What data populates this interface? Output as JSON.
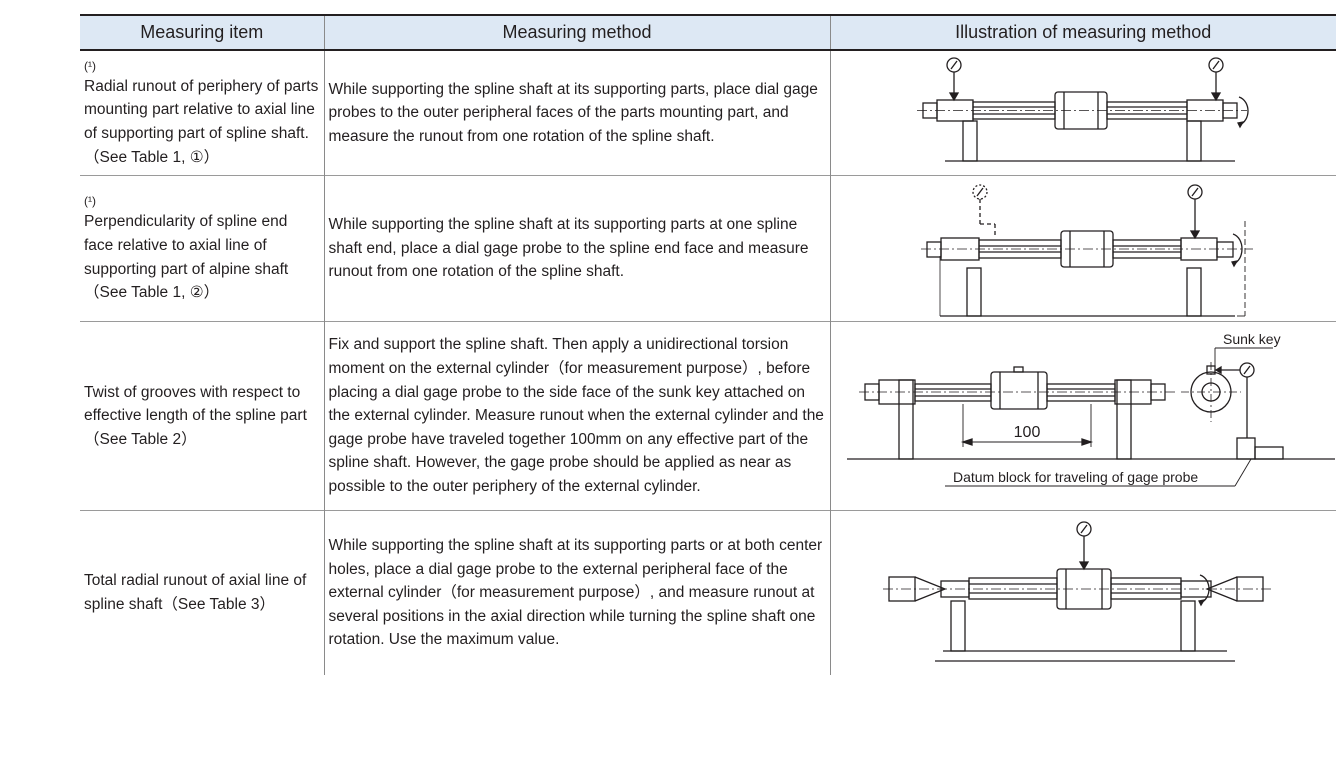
{
  "table": {
    "headers": [
      "Measuring item",
      "Measuring method",
      "Illustration of measuring method"
    ],
    "rows": [
      {
        "note": "(¹)",
        "item": "Radial runout of periphery of parts mounting part relative to axial line of supporting part of spline shaft.（See Table 1, ①）",
        "method": "While supporting the spline shaft at its supporting parts, place dial gage probes to the outer peripheral faces of the parts mounting part, and measure the runout from one rotation of the spline shaft."
      },
      {
        "note": "(¹)",
        "item": "Perpendicularity of spline end face relative to axial line of supporting part of alpine shaft（See Table 1, ②）",
        "method": "While supporting the spline shaft at its supporting parts at one spline shaft end, place a dial gage probe to the spline end face and measure runout from one rotation of the spline shaft."
      },
      {
        "note": "",
        "item": "Twist of grooves with respect to effective length of the spline part（See Table 2）",
        "method": "Fix and support the spline shaft.  Then apply a unidirectional torsion moment on the external cylinder（for measurement purpose）, before placing a dial gage probe to the side face of the sunk key attached on the external cylinder.  Measure runout when the external cylinder and the gage probe have traveled together 100mm on any effective part of the spline shaft.  However, the gage probe should be applied as near as possible to the outer periphery of the external cylinder.",
        "labels": {
          "dimension": "100",
          "sunk_key": "Sunk key",
          "datum": "Datum block for traveling of gage probe"
        }
      },
      {
        "note": "",
        "item": "Total radial runout of axial line of spline shaft（See Table 3）",
        "method": "While supporting the spline shaft at its supporting parts or at both center holes, place a dial gage probe to the external peripheral face of the external cylinder（for measurement purpose）, and measure runout at several positions in the axial direction while turning the spline shaft one rotation.  Use the maximum value."
      }
    ]
  },
  "colors": {
    "header_bg": "#dde8f4",
    "rule": "#231f20",
    "line": "#9a9a9a"
  }
}
